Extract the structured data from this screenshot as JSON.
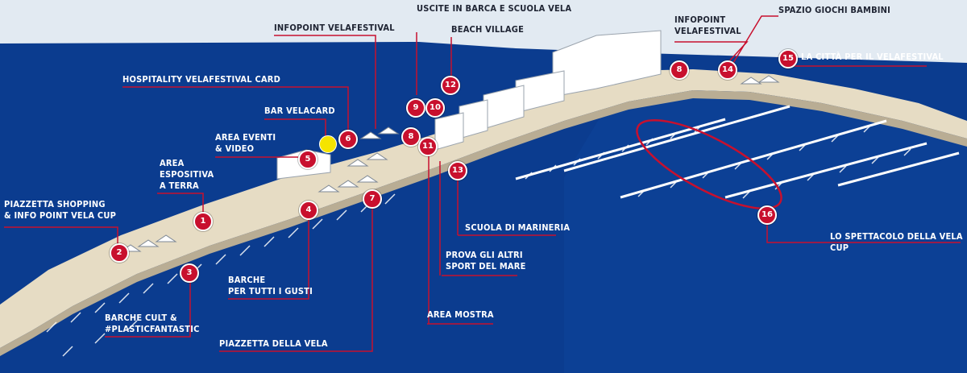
{
  "colors": {
    "sea": "#0b3c8f",
    "sea_dark": "#08306f",
    "sky": "#e2eaf2",
    "marker": "#c8102e",
    "pier": "#e6dcc4",
    "pier_shadow": "#b9ad94",
    "label_dark": "#1f2433",
    "label_light": "#ffffff",
    "highlight": "#f5e400"
  },
  "labels": {
    "piazzetta_shopping": "PIAZZETTA SHOPPING\n& INFO POINT VELA CUP",
    "area_espositiva": "AREA\nESPOSITIVA\nA TERRA",
    "area_eventi": "AREA EVENTI\n& VIDEO",
    "bar_velacard": "BAR VELACARD",
    "hospitality": "HOSPITALITY VELAFESTIVAL CARD",
    "infopoint_left": "INFOPOINT VELAFESTIVAL",
    "uscite": "USCITE IN BARCA E SCUOLA VELA",
    "beach_village": "BEACH VILLAGE",
    "infopoint_right": "INFOPOINT\nVELAFESTIVAL",
    "spazio_giochi": "SPAZIO GIOCHI BAMBINI",
    "citta": "LA CITTÀ PER IL VELAFESTIVAL",
    "barche_cult": "BARCHE CULT &\n#PLASTICFANTASTIC",
    "barche_gusti": "BARCHE\nPER TUTTI I GUSTI",
    "piazzetta_vela": "PIAZZETTA DELLA VELA",
    "area_mostra": "AREA MOSTRA",
    "prova": "PROVA GLI ALTRI\nSPORT DEL MARE",
    "scuola_marineria": "SCUOLA DI MARINERIA",
    "spettacolo": "LO SPETTACOLO DELLA VELA CUP"
  },
  "markers": [
    "1",
    "2",
    "3",
    "4",
    "5",
    "6",
    "7",
    "8",
    "8",
    "9",
    "10",
    "11",
    "12",
    "13",
    "14",
    "15",
    "16"
  ]
}
